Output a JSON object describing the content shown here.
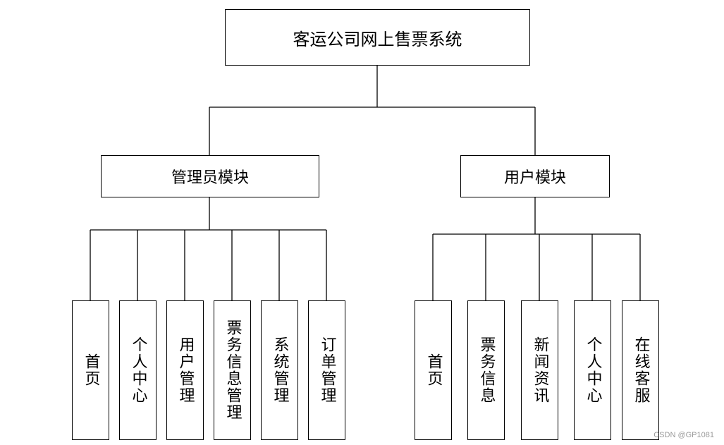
{
  "root": {
    "label": "客运公司网上售票系统"
  },
  "admin": {
    "label": "管理员模块",
    "children": [
      "首页",
      "个人中心",
      "用户管理",
      "票务信息管理",
      "系统管理",
      "订单管理"
    ]
  },
  "user": {
    "label": "用户模块",
    "children": [
      "首页",
      "票务信息",
      "新闻资讯",
      "个人中心",
      "在线客服"
    ]
  },
  "watermark": "CSDN @GP1081",
  "colors": {
    "line": "#000000",
    "box_border": "#000000",
    "background": "#ffffff"
  }
}
